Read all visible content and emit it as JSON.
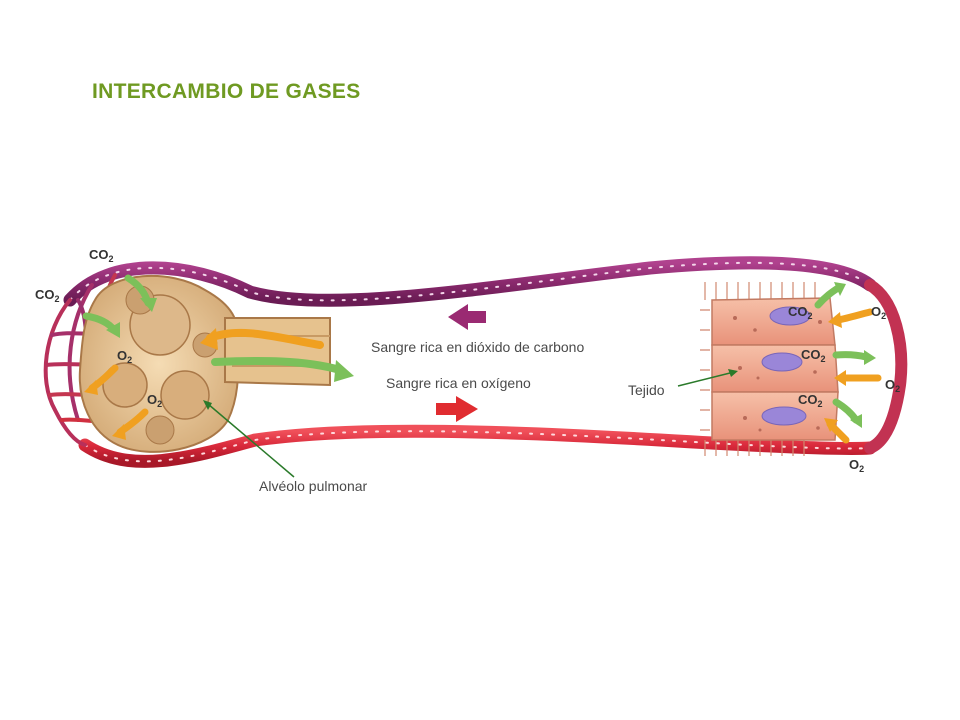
{
  "title": "INTERCAMBIO DE GASES",
  "labels": {
    "co2_rich": "Sangre rica en dióxido de carbono",
    "o2_rich": "Sangre rica en oxígeno",
    "tissue": "Tejido",
    "alveolus": "Alvéolo pulmonar"
  },
  "gases": {
    "co2_base": "CO",
    "o2_base": "O",
    "subscript": "2"
  },
  "colors": {
    "title": "#6f9a22",
    "deoxygenated_vessel": "#8b2a6e",
    "oxygenated_vessel": "#d8283a",
    "co2_arrow": "#7cc05a",
    "o2_arrow": "#f0a020",
    "alveolus": "#e8c898",
    "tissue": "#f0a890",
    "nucleus": "#9a86d8"
  },
  "icons": [
    "co2-flow-arrow",
    "o2-flow-arrow",
    "direction-arrow-left",
    "direction-arrow-right"
  ]
}
